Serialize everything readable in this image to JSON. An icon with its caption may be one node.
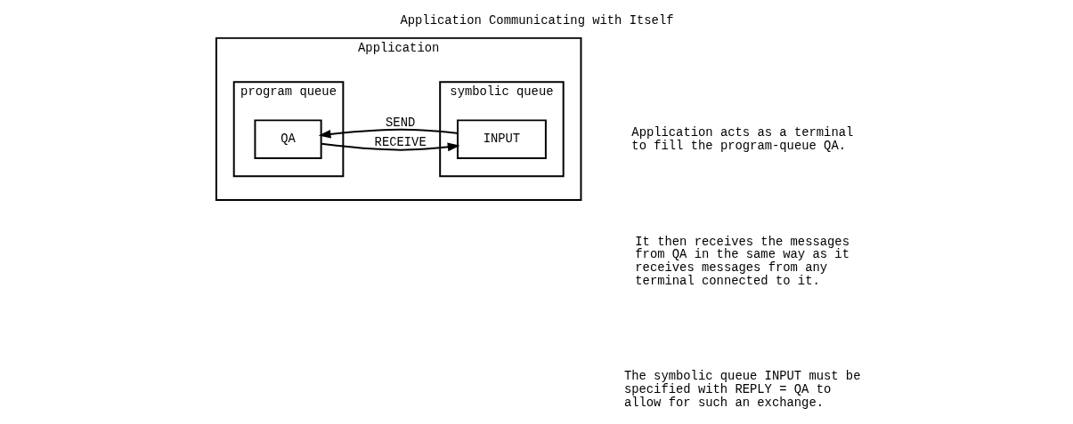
{
  "diagram": {
    "title": "Application Communicating with Itself",
    "nodes": [
      {
        "text": [
          "Application"
        ]
      },
      {
        "text": [
          "program queue"
        ],
        "in": 0
      },
      {
        "text": [
          "symbolic queue"
        ],
        "in": 0
      },
      {
        "text": [
          "QA"
        ],
        "in": 1
      },
      {
        "text": [
          "INPUT"
        ],
        "in": 2
      }
    ],
    "edges": [
      {
        "from": 4,
        "to": 3,
        "arrow": "to",
        "label": "SEND"
      },
      {
        "from": 3,
        "to": 4,
        "arrow": "to",
        "label": "RECEIVE"
      }
    ],
    "labels": [
      "Application acts as a terminal to fill the program-queue QA.",
      "It then receives the messages from QA in the same way as it receives messages from any terminal connected to it.",
      "The symbolic queue INPUT must be specified with REPLY = QA to allow for such an exchange."
    ]
  }
}
